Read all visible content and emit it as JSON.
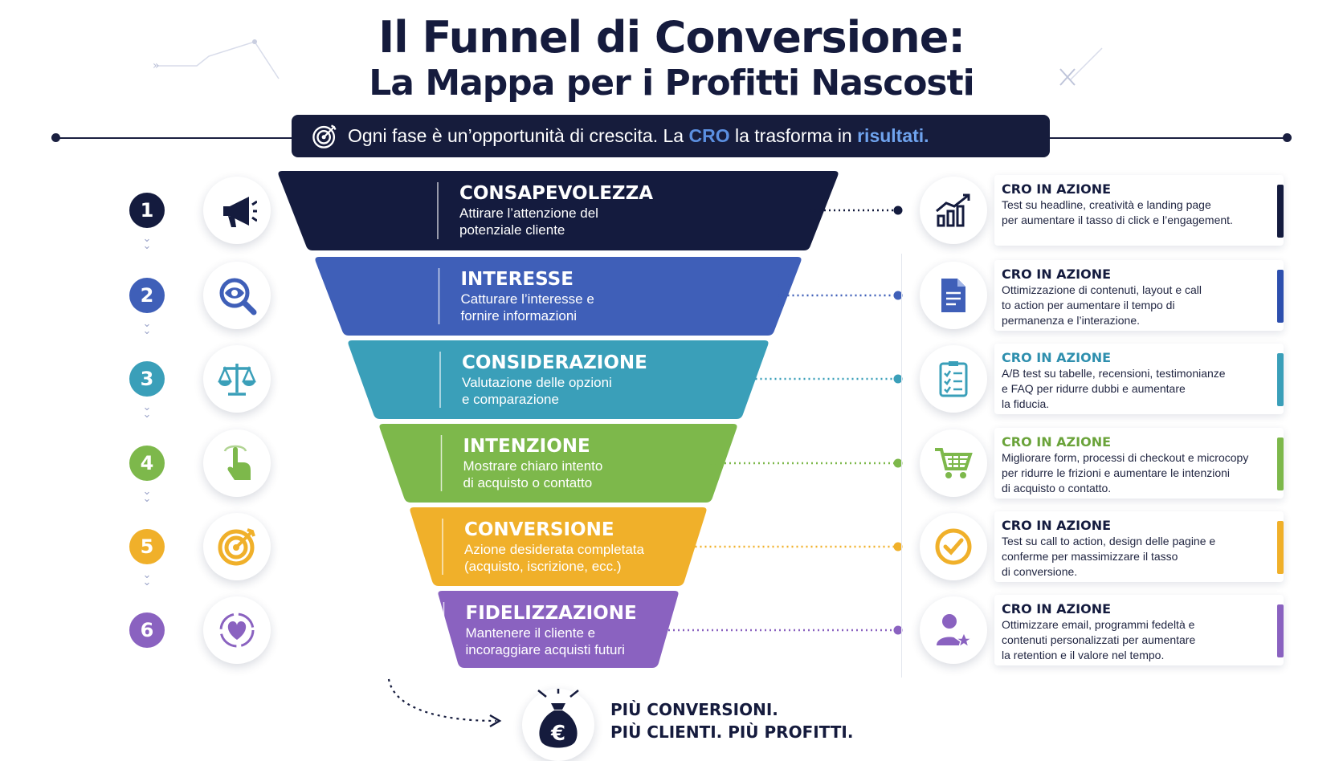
{
  "title": {
    "line1": "Il Funnel di Conversione:",
    "line2": "La Mappa per i Profitti Nascosti"
  },
  "banner": {
    "part1": "Ogni fase è un’opportunità di crescita. La ",
    "cro": "CRO",
    "part2": " la trasforma in ",
    "risultati": "risultati."
  },
  "stages": [
    {
      "num": "1",
      "title": "CONSAPEVOLEZZA",
      "sub1": "Attirare l’attenzione del",
      "sub2": "potenziale cliente",
      "color": "#141b3e",
      "left_icon": "megaphone-icon",
      "right_icon": "growth-chart-icon",
      "card_title": "CRO IN AZIONE",
      "card_title_color": "#141b3e",
      "card_bar_color": "#141b3e",
      "card_lines": [
        "Test su headline, creatività e landing page",
        "per aumentare il tasso di click e l’engagement."
      ]
    },
    {
      "num": "2",
      "title": "INTERESSE",
      "sub1": "Catturare l’interesse e",
      "sub2": "fornire informazioni",
      "color": "#3f5fb8",
      "left_icon": "eye-magnifier-icon",
      "right_icon": "document-icon",
      "card_title": "CRO IN AZIONE",
      "card_title_color": "#141b3e",
      "card_bar_color": "#2d4fae",
      "card_lines": [
        "Ottimizzazione di contenuti, layout e call",
        "to action per aumentare il tempo di",
        "permanenza e l’interazione."
      ]
    },
    {
      "num": "3",
      "title": "CONSIDERAZIONE",
      "sub1": "Valutazione delle opzioni",
      "sub2": "e comparazione",
      "color": "#3a9fb9",
      "left_icon": "scale-icon",
      "right_icon": "checklist-icon",
      "card_title": "CRO IN AZIONE",
      "card_title_color": "#2e8fae",
      "card_bar_color": "#3a9fb9",
      "card_lines": [
        "A/B test su tabelle, recensioni, testimonianze",
        "e FAQ per ridurre dubbi e aumentare",
        "la fiducia."
      ]
    },
    {
      "num": "4",
      "title": "INTENZIONE",
      "sub1": "Mostrare chiaro intento",
      "sub2": "di acquisto o contatto",
      "color": "#7db84b",
      "left_icon": "pointer-hand-icon",
      "right_icon": "shopping-cart-icon",
      "card_title": "CRO IN AZIONE",
      "card_title_color": "#6aa33a",
      "card_bar_color": "#7db84b",
      "card_lines": [
        "Migliorare form, processi di checkout e microcopy",
        "per ridurre le frizioni e aumentare le intenzioni",
        "di acquisto o contatto."
      ]
    },
    {
      "num": "5",
      "title": "CONVERSIONE",
      "sub1": "Azione desiderata completata",
      "sub2": "(acquisto, iscrizione, ecc.)",
      "color": "#f0b02a",
      "left_icon": "target-icon",
      "right_icon": "check-circle-icon",
      "card_title": "CRO IN AZIONE",
      "card_title_color": "#141b3e",
      "card_bar_color": "#f0b02a",
      "card_lines": [
        "Test su call to action, design delle pagine e",
        "conferme per massimizzare il tasso",
        "di conversione."
      ]
    },
    {
      "num": "6",
      "title": "FIDELIZZAZIONE",
      "sub1": "Mantenere il cliente e",
      "sub2": "incoraggiare acquisti futuri",
      "color": "#8a62c0",
      "left_icon": "heart-cycle-icon",
      "right_icon": "user-star-icon",
      "card_title": "CRO IN AZIONE",
      "card_title_color": "#141b3e",
      "card_bar_color": "#8a62c0",
      "card_lines": [
        "Ottimizzare email, programmi fedeltà e",
        "contenuti personalizzati per aumentare",
        "la retention e il valore nel tempo."
      ]
    }
  ],
  "bottom": {
    "line1": "PIÙ CONVERSIONI.",
    "line2": "PIÙ CLIENTI. PIÙ PROFITTI.",
    "icon": "money-bag-icon",
    "currency": "€"
  },
  "colors": {
    "navy": "#141b3e",
    "accent_blue": "#5b8fe0"
  }
}
